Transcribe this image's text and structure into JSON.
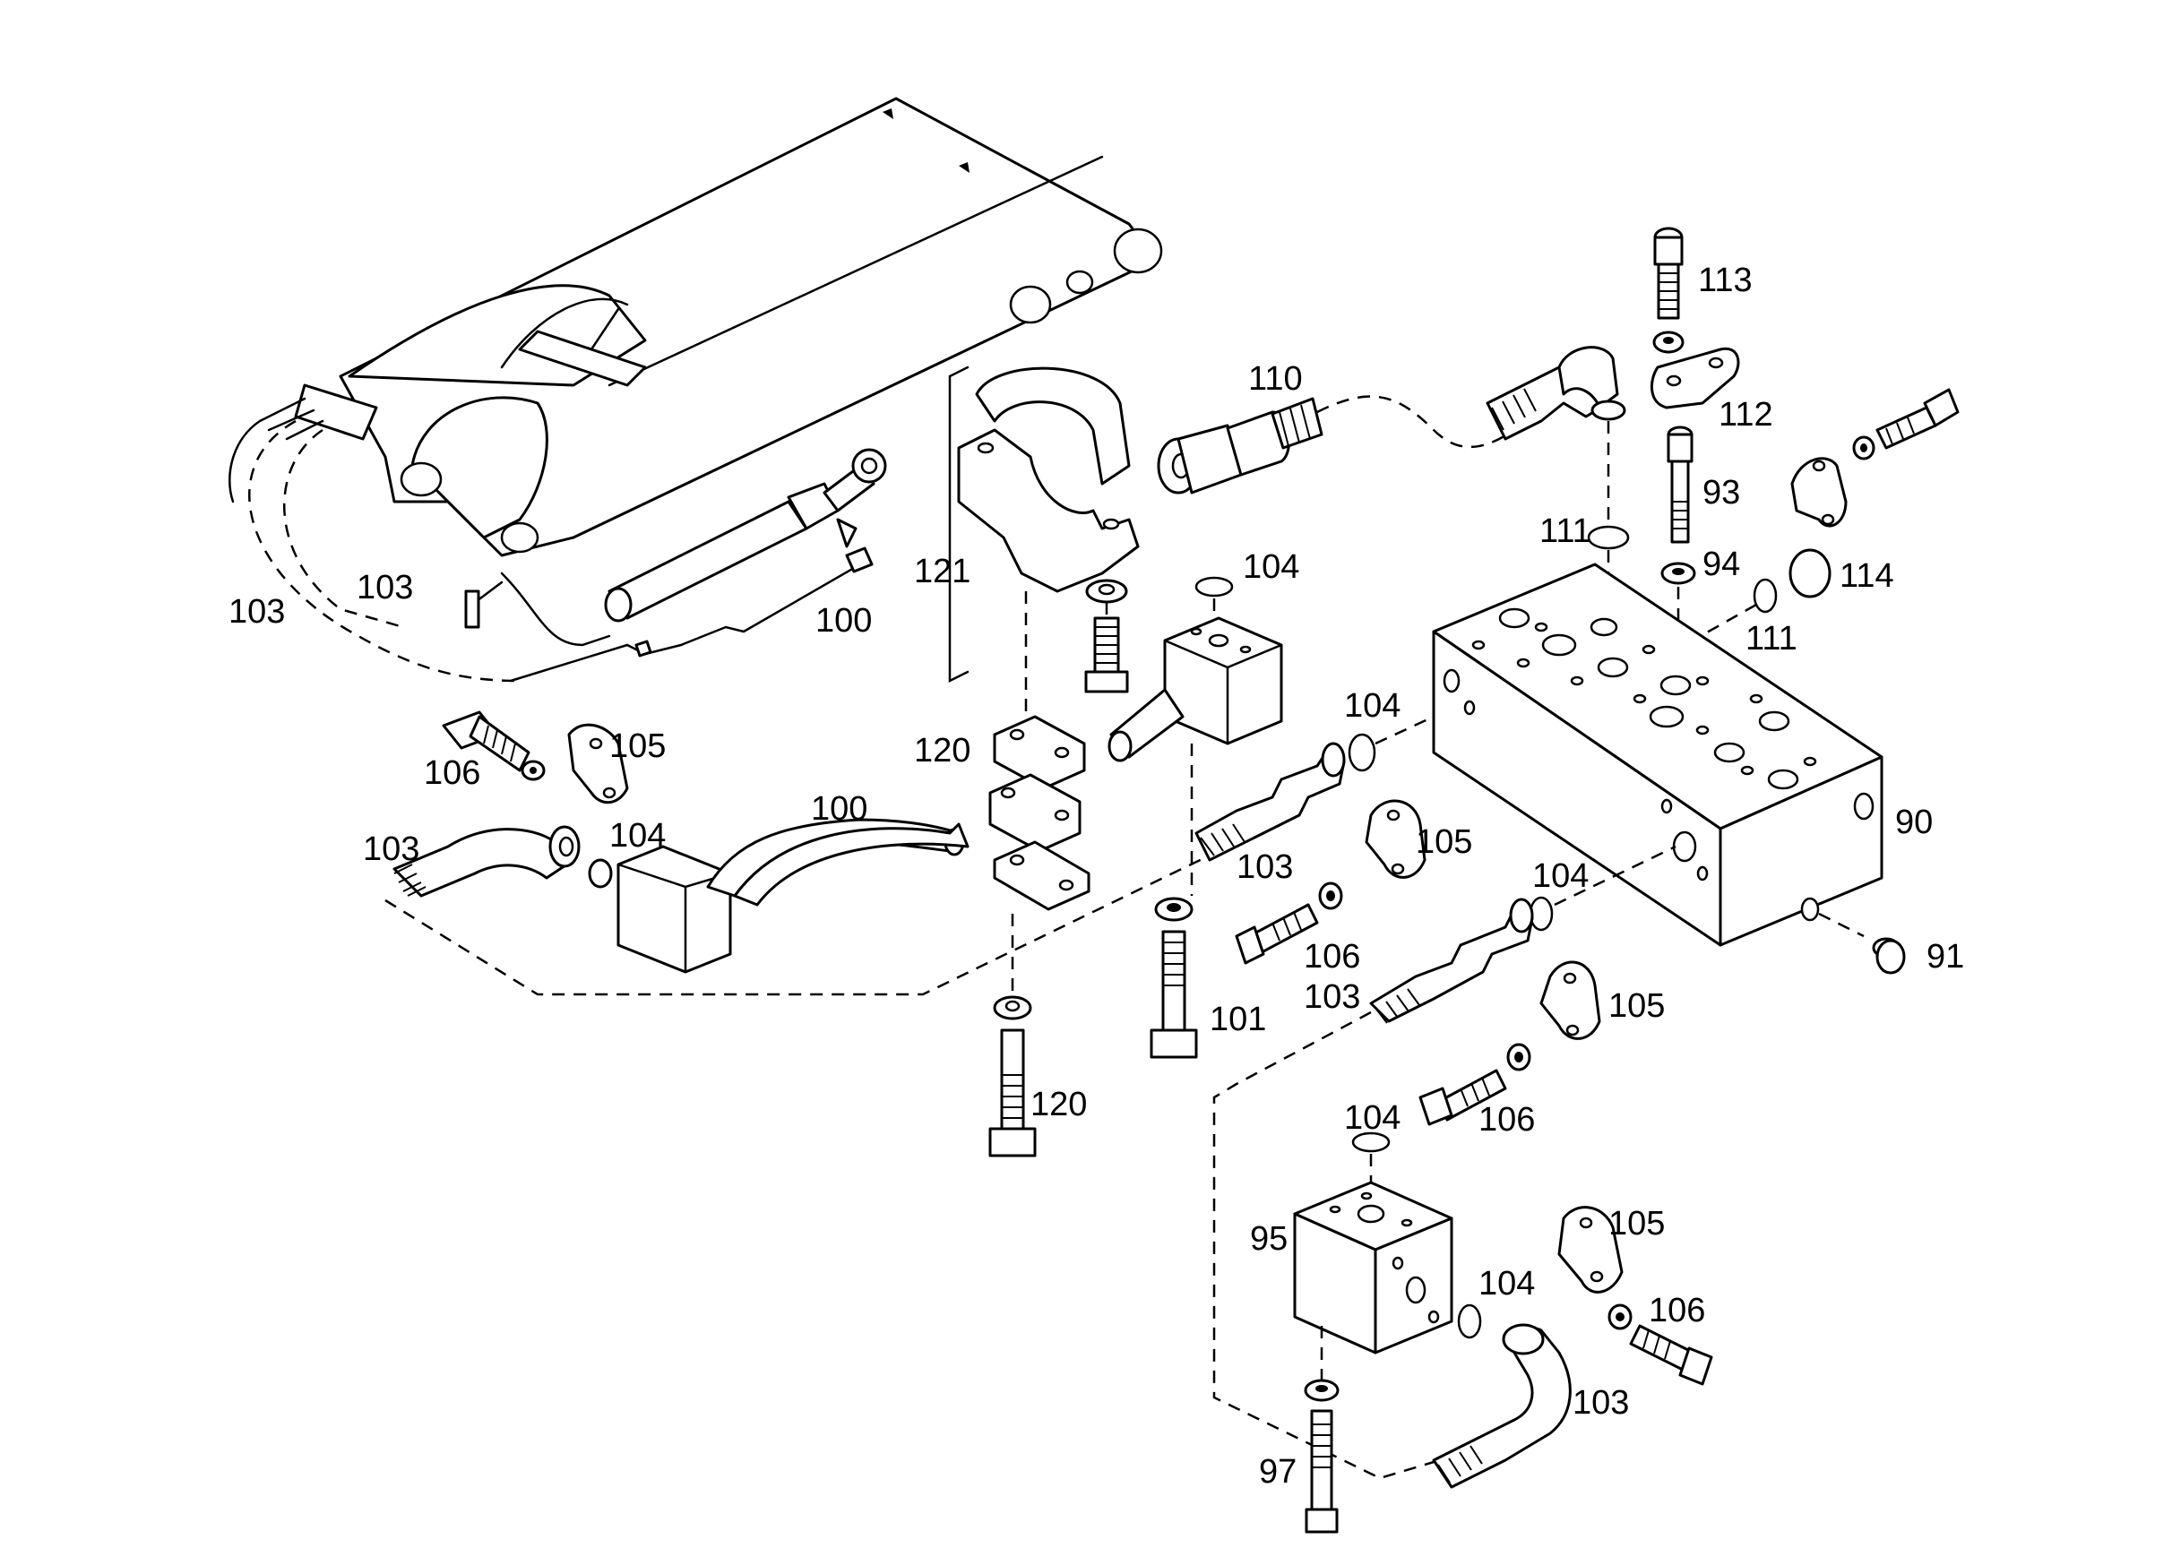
{
  "labels": {
    "l103a": "103",
    "l103b": "103",
    "l100a": "100",
    "l121": "121",
    "l110": "110",
    "l113": "113",
    "l112": "112",
    "l93": "93",
    "l111a": "111",
    "l94": "94",
    "l114": "114",
    "l111b": "111",
    "l104a": "104",
    "l104b": "104",
    "l120a": "120",
    "l105a": "105",
    "l106a": "106",
    "l100b": "100",
    "l103c": "103",
    "l104c": "104",
    "l105b": "105",
    "l103d": "103",
    "l90": "90",
    "l104d": "104",
    "l106b": "106",
    "l103e": "103",
    "l105c": "105",
    "l91": "91",
    "l101": "101",
    "l106c": "106",
    "l120b": "120",
    "l104e": "104",
    "l95": "95",
    "l105d": "105",
    "l104f": "104",
    "l106d": "106",
    "l103f": "103",
    "l97": "97"
  }
}
